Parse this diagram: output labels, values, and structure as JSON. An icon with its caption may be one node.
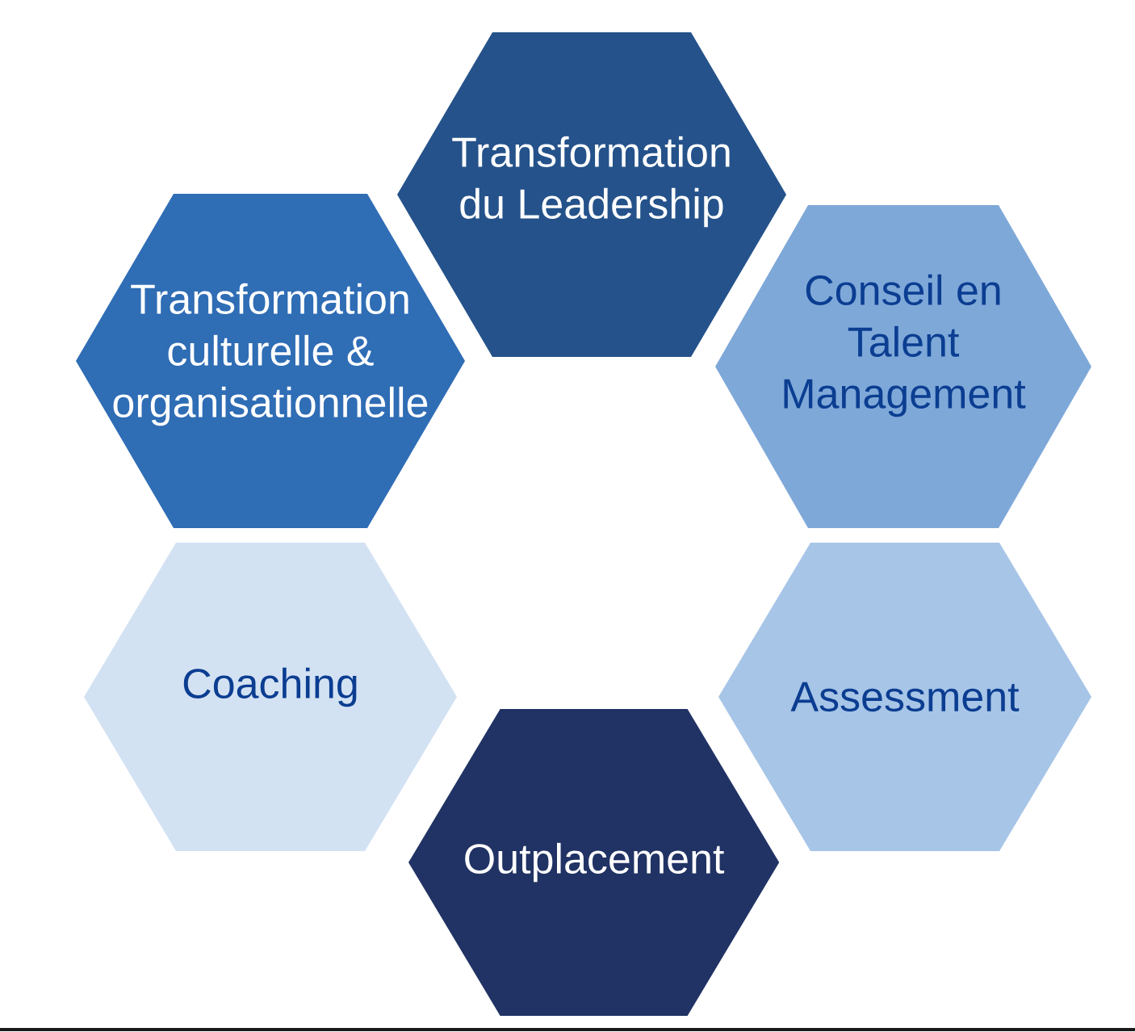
{
  "diagram": {
    "nodes": [
      {
        "text": [
          "Transformation du Leadership"
        ]
      },
      {
        "text": [
          "Transformation culturelle & organisationnelle"
        ]
      },
      {
        "text": [
          "Conseil en Talent Management"
        ]
      },
      {
        "text": [
          "Coaching"
        ]
      },
      {
        "text": [
          "Assessment"
        ]
      },
      {
        "text": [
          "Outplacement"
        ]
      }
    ]
  }
}
